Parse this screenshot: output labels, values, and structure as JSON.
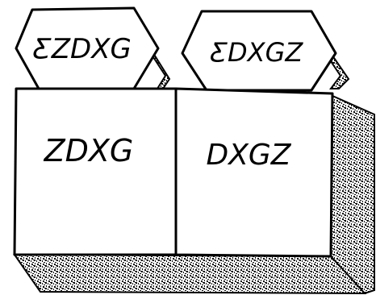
{
  "diagram": {
    "ink_color": "#000000",
    "paper_color": "#ffffff",
    "hexagons": [
      {
        "label": "ƸZDXG"
      },
      {
        "label": "ƸDXGZ"
      }
    ],
    "boxes": [
      {
        "label": "ZDXG"
      },
      {
        "label": "DXGZ"
      }
    ]
  }
}
